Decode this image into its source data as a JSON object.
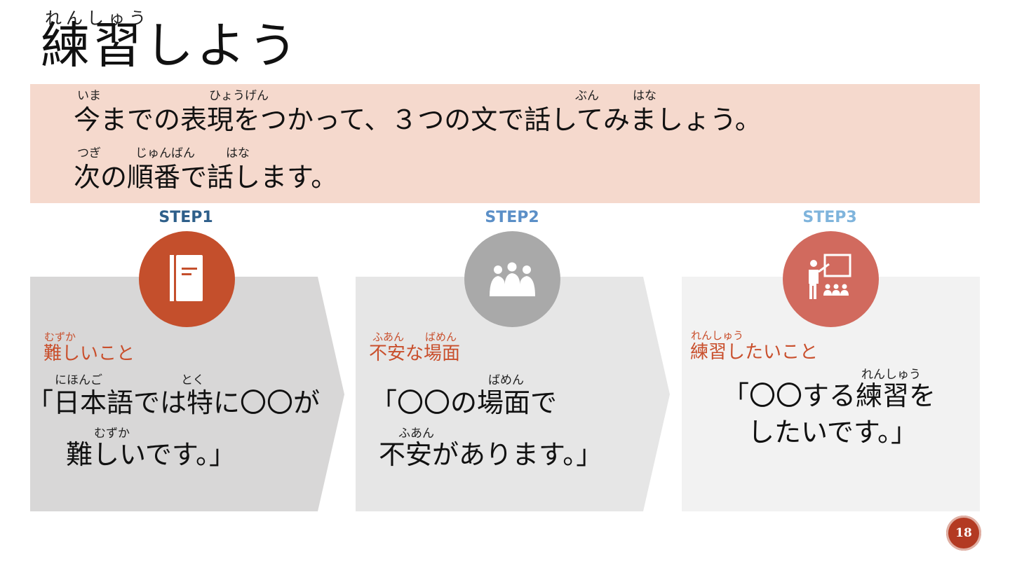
{
  "title": {
    "ruby": "れんしゅう",
    "text": "練習しよう"
  },
  "banner": {
    "line1": {
      "text": "今までの表現をつかって、３つの文で話してみましょう。",
      "ruby_ima": "いま",
      "ruby_hyougen": "ひょうげん",
      "ruby_bun": "ぶん",
      "ruby_hana": "はな"
    },
    "line2": {
      "text": "次の順番で話します。",
      "ruby_tsugi": "つぎ",
      "ruby_junban": "じゅんばん",
      "ruby_hana": "はな"
    }
  },
  "steps": [
    {
      "label": "STEP1",
      "label_color": "#2e5f8a",
      "icon": "notebook-icon",
      "circle_color": "#c44f2c",
      "heading": "難しいこと",
      "heading_ruby": "むずか",
      "line1": "「日本語では特に〇〇が",
      "line1_ruby_a": "にほんご",
      "line1_ruby_b": "とく",
      "line2": "難しいです。」",
      "line2_ruby": "むずか"
    },
    {
      "label": "STEP2",
      "label_color": "#5b8fc7",
      "icon": "meeting-icon",
      "circle_color": "#a9a9a9",
      "heading": "不安な場面",
      "heading_ruby_a": "ふあん",
      "heading_ruby_b": "ばめん",
      "line1": "「〇〇の場面で",
      "line1_ruby": "ばめん",
      "line2": "不安があります。」",
      "line2_ruby": "ふあん"
    },
    {
      "label": "STEP3",
      "label_color": "#7fb4dc",
      "icon": "classroom-icon",
      "circle_color": "#d16a5e",
      "heading": "練習したいこと",
      "heading_ruby": "れんしゅう",
      "line1": "「〇〇する練習を",
      "line1_ruby": "れんしゅう",
      "line2": "したいです。」"
    }
  ],
  "page_number": "18"
}
